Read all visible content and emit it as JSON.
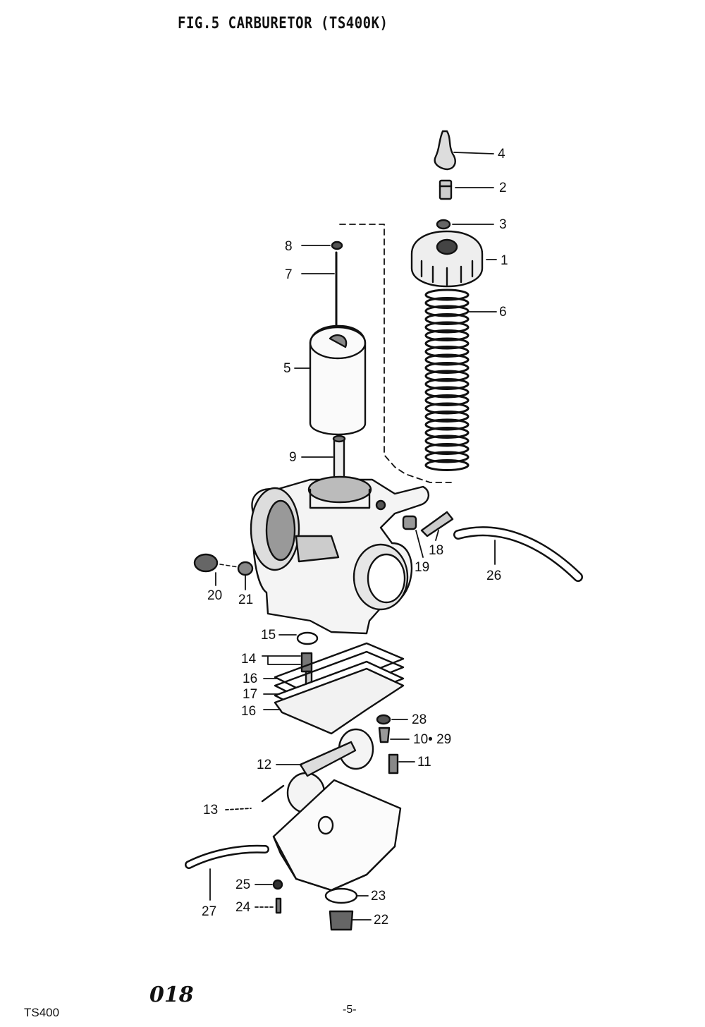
{
  "figure": {
    "title": "FIG.5  CARBURETOR (TS400K)"
  },
  "footer": {
    "page_code": "018",
    "page_number": "-5-",
    "model": "TS400"
  },
  "callouts": [
    {
      "id": "c4",
      "label": "4"
    },
    {
      "id": "c2",
      "label": "2"
    },
    {
      "id": "c3",
      "label": "3"
    },
    {
      "id": "c1",
      "label": "1"
    },
    {
      "id": "c6",
      "label": "6"
    },
    {
      "id": "c8",
      "label": "8"
    },
    {
      "id": "c7",
      "label": "7"
    },
    {
      "id": "c5",
      "label": "5"
    },
    {
      "id": "c9",
      "label": "9"
    },
    {
      "id": "c18",
      "label": "18"
    },
    {
      "id": "c19",
      "label": "19"
    },
    {
      "id": "c26",
      "label": "26"
    },
    {
      "id": "c20",
      "label": "20"
    },
    {
      "id": "c21",
      "label": "21"
    },
    {
      "id": "c15",
      "label": "15"
    },
    {
      "id": "c14",
      "label": "14"
    },
    {
      "id": "c16a",
      "label": "16"
    },
    {
      "id": "c17",
      "label": "17"
    },
    {
      "id": "c16b",
      "label": "16"
    },
    {
      "id": "c28",
      "label": "28"
    },
    {
      "id": "c1029",
      "label": "10• 29"
    },
    {
      "id": "c11",
      "label": "11"
    },
    {
      "id": "c12",
      "label": "12"
    },
    {
      "id": "c13",
      "label": "13"
    },
    {
      "id": "c25",
      "label": "25"
    },
    {
      "id": "c24",
      "label": "24"
    },
    {
      "id": "c27",
      "label": "27"
    },
    {
      "id": "c23",
      "label": "23"
    },
    {
      "id": "c22",
      "label": "22"
    }
  ]
}
